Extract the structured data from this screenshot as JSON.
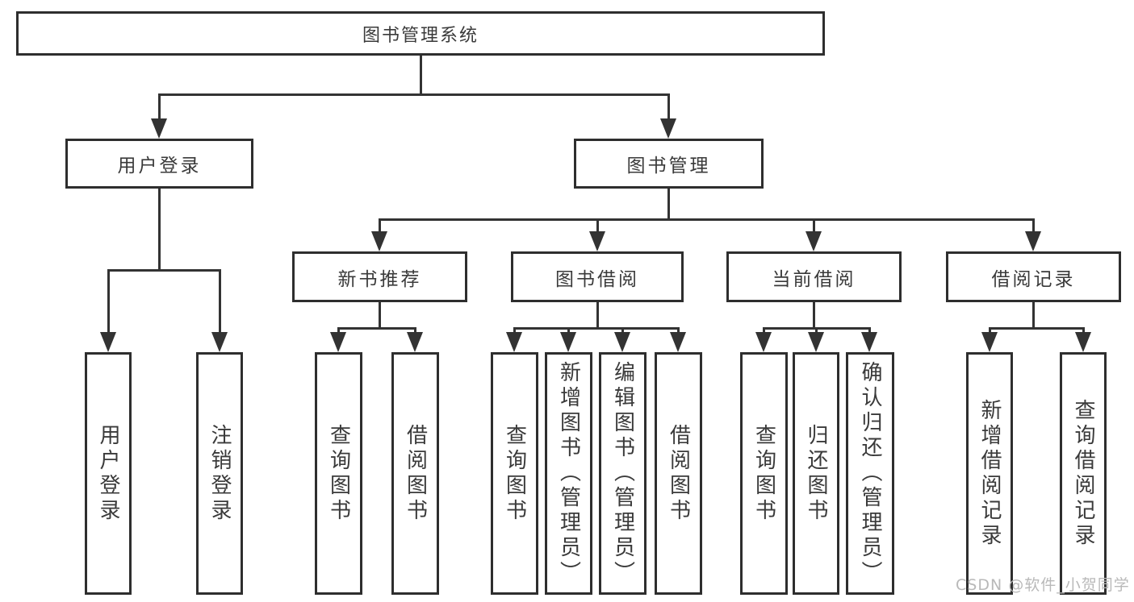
{
  "diagram": {
    "watermark": "CSDN @软件_小贺同学",
    "nodes": [
      {
        "id": "root",
        "label": "图书管理系统",
        "parent": null
      },
      {
        "id": "user-login",
        "label": "用户登录",
        "parent": "root"
      },
      {
        "id": "book-mgmt",
        "label": "图书管理",
        "parent": "root"
      },
      {
        "id": "new-book",
        "label": "新书推荐",
        "parent": "book-mgmt"
      },
      {
        "id": "book-borrow",
        "label": "图书借阅",
        "parent": "book-mgmt"
      },
      {
        "id": "current-borrow",
        "label": "当前借阅",
        "parent": "book-mgmt"
      },
      {
        "id": "borrow-records",
        "label": "借阅记录",
        "parent": "book-mgmt"
      },
      {
        "id": "leaf-user-login",
        "label": "用户登录",
        "parent": "user-login"
      },
      {
        "id": "leaf-user-logout",
        "label": "注销登录",
        "parent": "user-login"
      },
      {
        "id": "leaf-nb-query",
        "label": "查询图书",
        "parent": "new-book"
      },
      {
        "id": "leaf-nb-borrow",
        "label": "借阅图书",
        "parent": "new-book"
      },
      {
        "id": "leaf-bb-query",
        "label": "查询图书",
        "parent": "book-borrow"
      },
      {
        "id": "leaf-bb-add",
        "label": "新增图书（管理员）",
        "parent": "book-borrow"
      },
      {
        "id": "leaf-bb-edit",
        "label": "编辑图书（管理员）",
        "parent": "book-borrow"
      },
      {
        "id": "leaf-bb-borrow",
        "label": "借阅图书",
        "parent": "book-borrow"
      },
      {
        "id": "leaf-cb-query",
        "label": "查询图书",
        "parent": "current-borrow"
      },
      {
        "id": "leaf-cb-return",
        "label": "归还图书",
        "parent": "current-borrow"
      },
      {
        "id": "leaf-cb-confirm",
        "label": "确认归还（管理员）",
        "parent": "current-borrow"
      },
      {
        "id": "leaf-br-add",
        "label": "新增借阅记录",
        "parent": "borrow-records"
      },
      {
        "id": "leaf-br-query",
        "label": "查询借阅记录",
        "parent": "borrow-records"
      }
    ]
  },
  "colors": {
    "line": "#333333",
    "border": "#2e2e2e",
    "text": "#3a3a3a",
    "background": "#ffffff",
    "watermark": "#b9b9b9"
  }
}
